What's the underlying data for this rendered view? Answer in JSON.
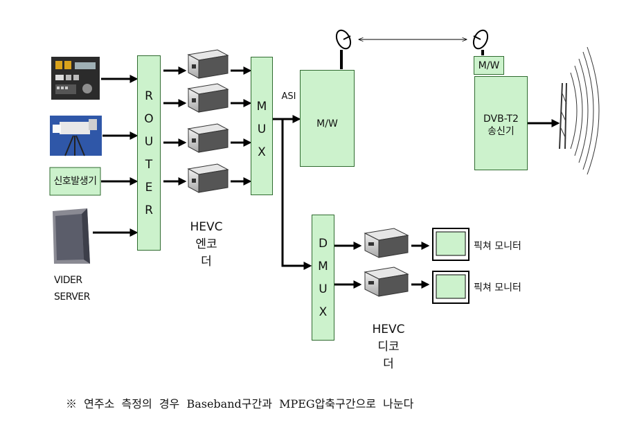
{
  "sources": {
    "signal_generator": "신호발생기",
    "video_server_line1": "VIDER",
    "video_server_line2": "SERVER"
  },
  "router": {
    "letters": [
      "R",
      "O",
      "U",
      "T",
      "E",
      "R"
    ]
  },
  "encoder": {
    "line1": "HEVC",
    "line2": "엔코",
    "line3": "더"
  },
  "mux": {
    "letters": [
      "M",
      "U",
      "X"
    ]
  },
  "asi_label": "ASI",
  "mw_main": "M/W",
  "mw_small": "M/W",
  "transmitter": {
    "line1": "DVB-T2",
    "line2": "송신기"
  },
  "dmux": {
    "letters": [
      "D",
      "M",
      "U",
      "X"
    ]
  },
  "decoder": {
    "line1": "HEVC",
    "line2": "디코",
    "line3": "더"
  },
  "monitors": [
    "픽쳐 모니터",
    "픽쳐 모니터"
  ],
  "footnote": "※  연주소  측정의  경우  Baseband구간과  MPEG압축구간으로  나눈다"
}
